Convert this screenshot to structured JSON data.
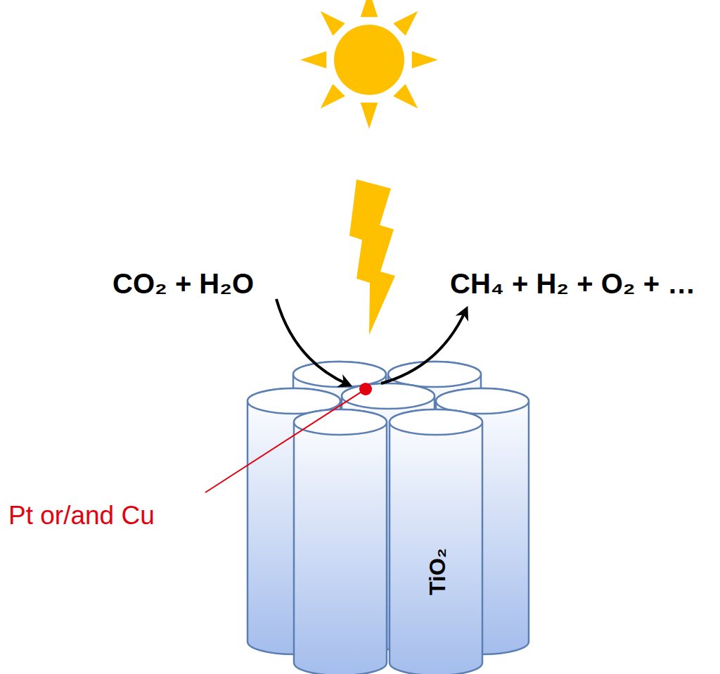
{
  "diagram": {
    "labels": [
      "CO₂ + H₂O",
      "CH₄ + H₂ + O₂ + …",
      "Pt or/and Cu",
      "TiO₂"
    ]
  }
}
